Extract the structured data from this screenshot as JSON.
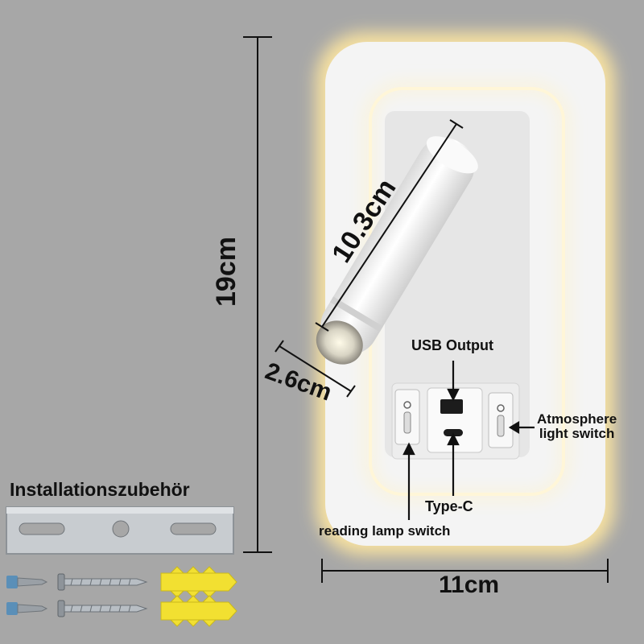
{
  "dimensions": {
    "height": "19cm",
    "width": "11cm",
    "arm_length": "10.3cm",
    "arm_diameter": "2.6cm"
  },
  "callouts": {
    "usb_output": "USB Output",
    "type_c": "Type-C",
    "reading_lamp_switch": "reading lamp switch",
    "atmosphere_switch_line1": "Atmosphere",
    "atmosphere_switch_line2": "light switch"
  },
  "accessories": {
    "title": "Installationszubehör"
  },
  "colors": {
    "background": "#a7a7a7",
    "lamp_body": "#f4f4f4",
    "glow": "#ffe9a8",
    "anchor_yellow": "#f2e031",
    "bracket": "#c8ccd0"
  }
}
